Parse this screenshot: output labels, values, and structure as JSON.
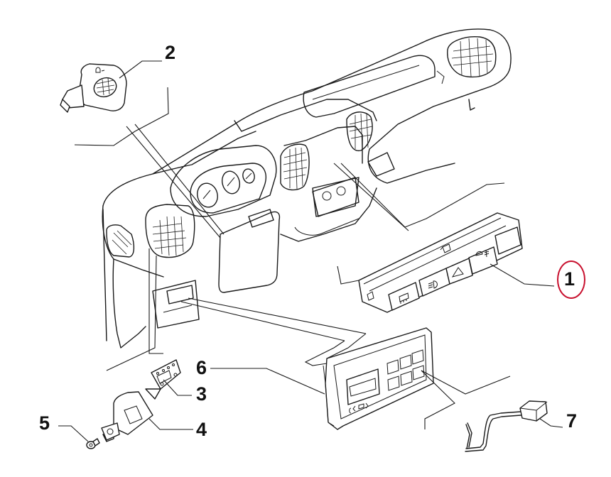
{
  "diagram": {
    "title": "Dashboard switches exploded parts diagram",
    "highlight_color": "#c8102e",
    "line_color": "#1a1a1a",
    "callouts": [
      {
        "id": "1",
        "label": "1",
        "part": "central-switch-panel",
        "highlighted": true
      },
      {
        "id": "2",
        "label": "2",
        "part": "headlight-adjust-switch",
        "highlighted": false
      },
      {
        "id": "3",
        "label": "3",
        "part": "small-control-switch",
        "highlighted": false
      },
      {
        "id": "4",
        "label": "4",
        "part": "bracket",
        "highlighted": false
      },
      {
        "id": "5",
        "label": "5",
        "part": "screw",
        "highlighted": false
      },
      {
        "id": "6",
        "label": "6",
        "part": "display-switch-module",
        "highlighted": false
      },
      {
        "id": "7",
        "label": "7",
        "part": "wiring-harness-connector",
        "highlighted": false
      }
    ],
    "switch_panel_icons": [
      "mirror-icon",
      "rear-defrost-icon",
      "fog-light-icon",
      "hazard-triangle-icon",
      "rear-fog-light-icon",
      "blank-button"
    ],
    "headlight_switch_icon": "headlight-level-icon",
    "display_module_icons": [
      "circle-icon",
      "left-arrow-icon",
      "rectangle-icon",
      "right-arrow-icon"
    ]
  }
}
